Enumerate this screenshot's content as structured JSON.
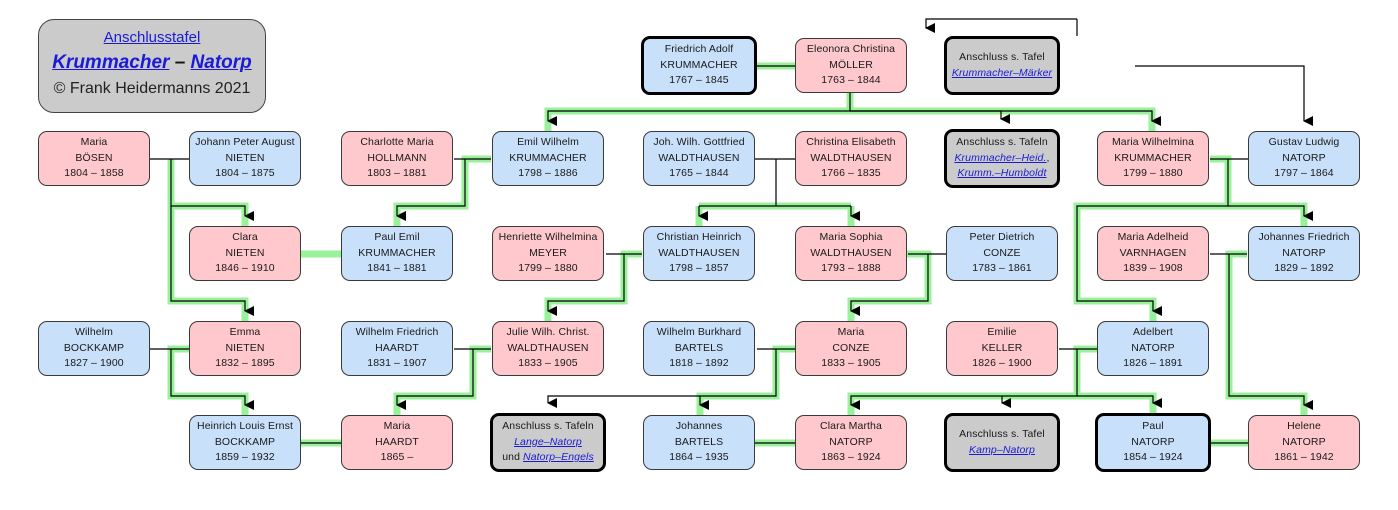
{
  "title": {
    "line1": "Anschlusstafel",
    "name1": "Krummacher",
    "dash": " – ",
    "name2": "Natorp",
    "copyright": "© Frank Heidermanns 2021"
  },
  "colors": {
    "female": "#ffc8cc",
    "male": "#c8e0fa",
    "reference": "#cbcbcb",
    "highlight_line": "#8ef08e",
    "link": "#1a1ad8"
  },
  "persons": {
    "friedrich_adolf": {
      "given": "Friedrich Adolf",
      "surname": "KRUMMACHER",
      "dates": "1767 – 1845"
    },
    "eleonora": {
      "given": "Eleonora Christina",
      "surname": "MÖLLER",
      "dates": "1763 – 1844"
    },
    "maria_boesen": {
      "given": "Maria",
      "surname": "BÖSEN",
      "dates": "1804 – 1858"
    },
    "jpa_nieten": {
      "given": "Johann Peter August",
      "surname": "NIETEN",
      "dates": "1804 – 1875"
    },
    "charlotte": {
      "given": "Charlotte Maria",
      "surname": "HOLLMANN",
      "dates": "1803 – 1881"
    },
    "emil_wilhelm": {
      "given": "Emil Wilhelm",
      "surname": "KRUMMACHER",
      "dates": "1798 – 1886"
    },
    "jwg_waldthausen": {
      "given": "Joh. Wilh. Gottfried",
      "surname": "WALDTHAUSEN",
      "dates": "1765 – 1844"
    },
    "christina_elisabeth": {
      "given": "Christina Elisabeth",
      "surname": "WALDTHAUSEN",
      "dates": "1766 – 1835"
    },
    "maria_wilhelmina": {
      "given": "Maria Wilhelmina",
      "surname": "KRUMMACHER",
      "dates": "1799 – 1880"
    },
    "gustav_ludwig": {
      "given": "Gustav Ludwig",
      "surname": "NATORP",
      "dates": "1797 – 1864"
    },
    "clara_nieten": {
      "given": "Clara",
      "surname": "NIETEN",
      "dates": "1846 – 1910"
    },
    "paul_emil": {
      "given": "Paul Emil",
      "surname": "KRUMMACHER",
      "dates": "1841 – 1881"
    },
    "henriette": {
      "given": "Henriette Wilhelmina",
      "surname": "MEYER",
      "dates": "1799 – 1880"
    },
    "christian_heinrich": {
      "given": "Christian Heinrich",
      "surname": "WALDTHAUSEN",
      "dates": "1798 – 1857"
    },
    "maria_sophia": {
      "given": "Maria Sophia",
      "surname": "WALDTHAUSEN",
      "dates": "1793 – 1888"
    },
    "peter_dietrich": {
      "given": "Peter Dietrich",
      "surname": "CONZE",
      "dates": "1783 – 1861"
    },
    "maria_adelheid": {
      "given": "Maria Adelheid",
      "surname": "VARNHAGEN",
      "dates": "1839 – 1908"
    },
    "johannes_friedrich": {
      "given": "Johannes Friedrich",
      "surname": "NATORP",
      "dates": "1829 – 1892"
    },
    "wilhelm_bockkamp": {
      "given": "Wilhelm",
      "surname": "BOCKKAMP",
      "dates": "1827 – 1900"
    },
    "emma_nieten": {
      "given": "Emma",
      "surname": "NIETEN",
      "dates": "1832 – 1895"
    },
    "wilhelm_friedrich": {
      "given": "Wilhelm Friedrich",
      "surname": "HAARDT",
      "dates": "1831 – 1907"
    },
    "julie": {
      "given": "Julie Wilh. Christ.",
      "surname": "WALDTHAUSEN",
      "dates": "1833 – 1905"
    },
    "wilhelm_burkhard": {
      "given": "Wilhelm Burkhard",
      "surname": "BARTELS",
      "dates": "1818 – 1892"
    },
    "maria_conze": {
      "given": "Maria",
      "surname": "CONZE",
      "dates": "1833 – 1905"
    },
    "emilie": {
      "given": "Emilie",
      "surname": "KELLER",
      "dates": "1826 – 1900"
    },
    "adelbert": {
      "given": "Adelbert",
      "surname": "NATORP",
      "dates": "1826 – 1891"
    },
    "heinrich_louis": {
      "given": "Heinrich Louis Ernst",
      "surname": "BOCKKAMP",
      "dates": "1859 – 1932"
    },
    "maria_haardt": {
      "given": "Maria",
      "surname": "HAARDT",
      "dates": "1865 –"
    },
    "johannes_bartels": {
      "given": "Johannes",
      "surname": "BARTELS",
      "dates": "1864 – 1935"
    },
    "clara_martha": {
      "given": "Clara Martha",
      "surname": "NATORP",
      "dates": "1863 – 1924"
    },
    "paul_natorp": {
      "given": "Paul",
      "surname": "NATORP",
      "dates": "1854 – 1924"
    },
    "helene": {
      "given": "Helene",
      "surname": "NATORP",
      "dates": "1861 – 1942"
    }
  },
  "references": {
    "maerker": {
      "label": "Anschluss s. Tafel",
      "link1": "Krummacher–Märker"
    },
    "heid": {
      "label": "Anschluss s. Tafeln",
      "link1": "Krummacher–Heid.",
      "sep": ",",
      "link2": "Krumm.–Humboldt"
    },
    "lange": {
      "label": "Anschluss s. Tafeln",
      "link1": "Lange–Natorp",
      "and": "und ",
      "link2": "Natorp–Engels"
    },
    "kamp": {
      "label": "Anschluss s. Tafel",
      "link1": "Kamp–Natorp"
    }
  }
}
